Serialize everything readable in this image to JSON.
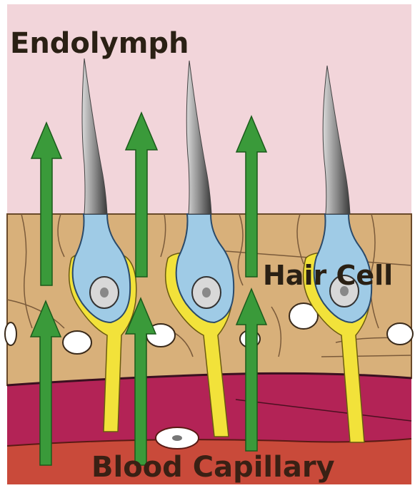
{
  "labels": {
    "endolymph": "Endolymph",
    "hair_cell": "Hair Cell",
    "blood_capillary": "Blood Capillary"
  },
  "colors": {
    "endolymph": "#f2d5da",
    "tissue": "#d8b07a",
    "cell_body": "#9fcbe6",
    "cell_outline": "#f2e23a",
    "capillary": "#b32356",
    "capillary_bottom": "#c94a3a",
    "arrow": "#3a9a3a",
    "stereocilia": "#9a9a9a",
    "label_text": "#2a2014"
  }
}
